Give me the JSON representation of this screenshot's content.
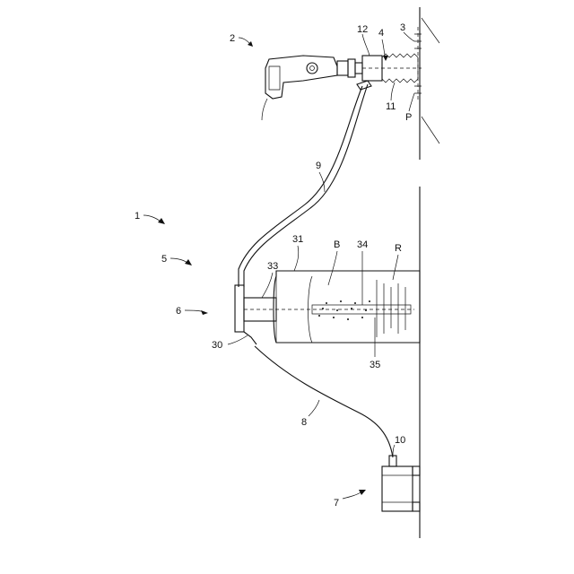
{
  "figure": {
    "labels": {
      "l1": "1",
      "l2": "2",
      "l3": "3",
      "l4": "4",
      "l5": "5",
      "l6": "6",
      "l7": "7",
      "l8": "8",
      "l9": "9",
      "l10": "10",
      "l11": "11",
      "l12": "12",
      "l30": "30",
      "l31": "31",
      "l33": "33",
      "l34": "34",
      "l35": "35",
      "lB": "B",
      "lR": "R",
      "lP": "P"
    }
  }
}
